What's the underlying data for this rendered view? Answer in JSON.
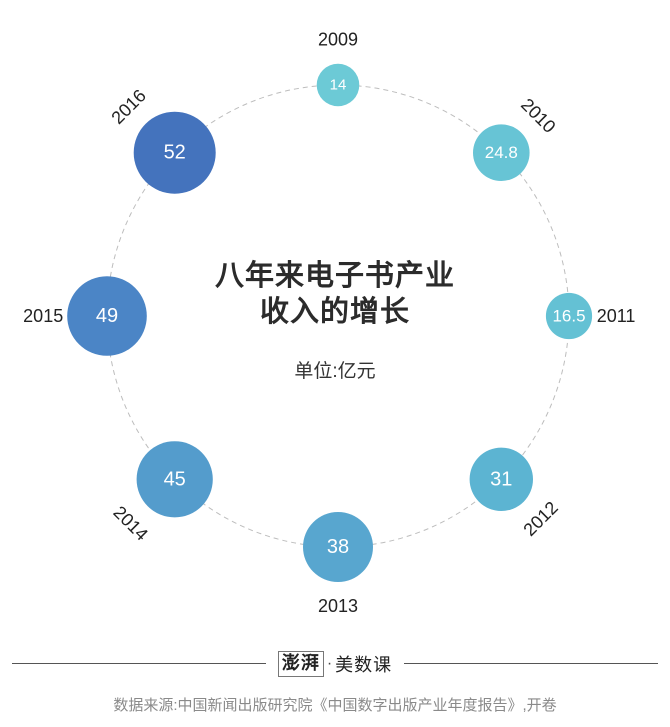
{
  "title": [
    "八年来电子书产业",
    "收入的增长"
  ],
  "unit_label": "单位:亿元",
  "brand": {
    "mark": "澎湃",
    "separator": "·",
    "name": "美数课"
  },
  "source": "数据来源:中国新闻出版研究院《中国数字出版产业年度报告》,开卷",
  "chart_data": {
    "type": "bubble-ring",
    "title": "八年来电子书产业收入的增长",
    "unit": "亿元",
    "categories": [
      "2009",
      "2010",
      "2011",
      "2012",
      "2013",
      "2014",
      "2015",
      "2016"
    ],
    "values": [
      14,
      24.8,
      16.5,
      31,
      38,
      45,
      49,
      52
    ],
    "labels": [
      "14",
      "24.8",
      "16.5",
      "31",
      "38",
      "45",
      "49",
      "52"
    ],
    "colors": [
      "#6ccad6",
      "#67c4d5",
      "#64c1d4",
      "#5cb4d2",
      "#58a6cf",
      "#549ccc",
      "#4b85c6",
      "#4473bd"
    ]
  }
}
